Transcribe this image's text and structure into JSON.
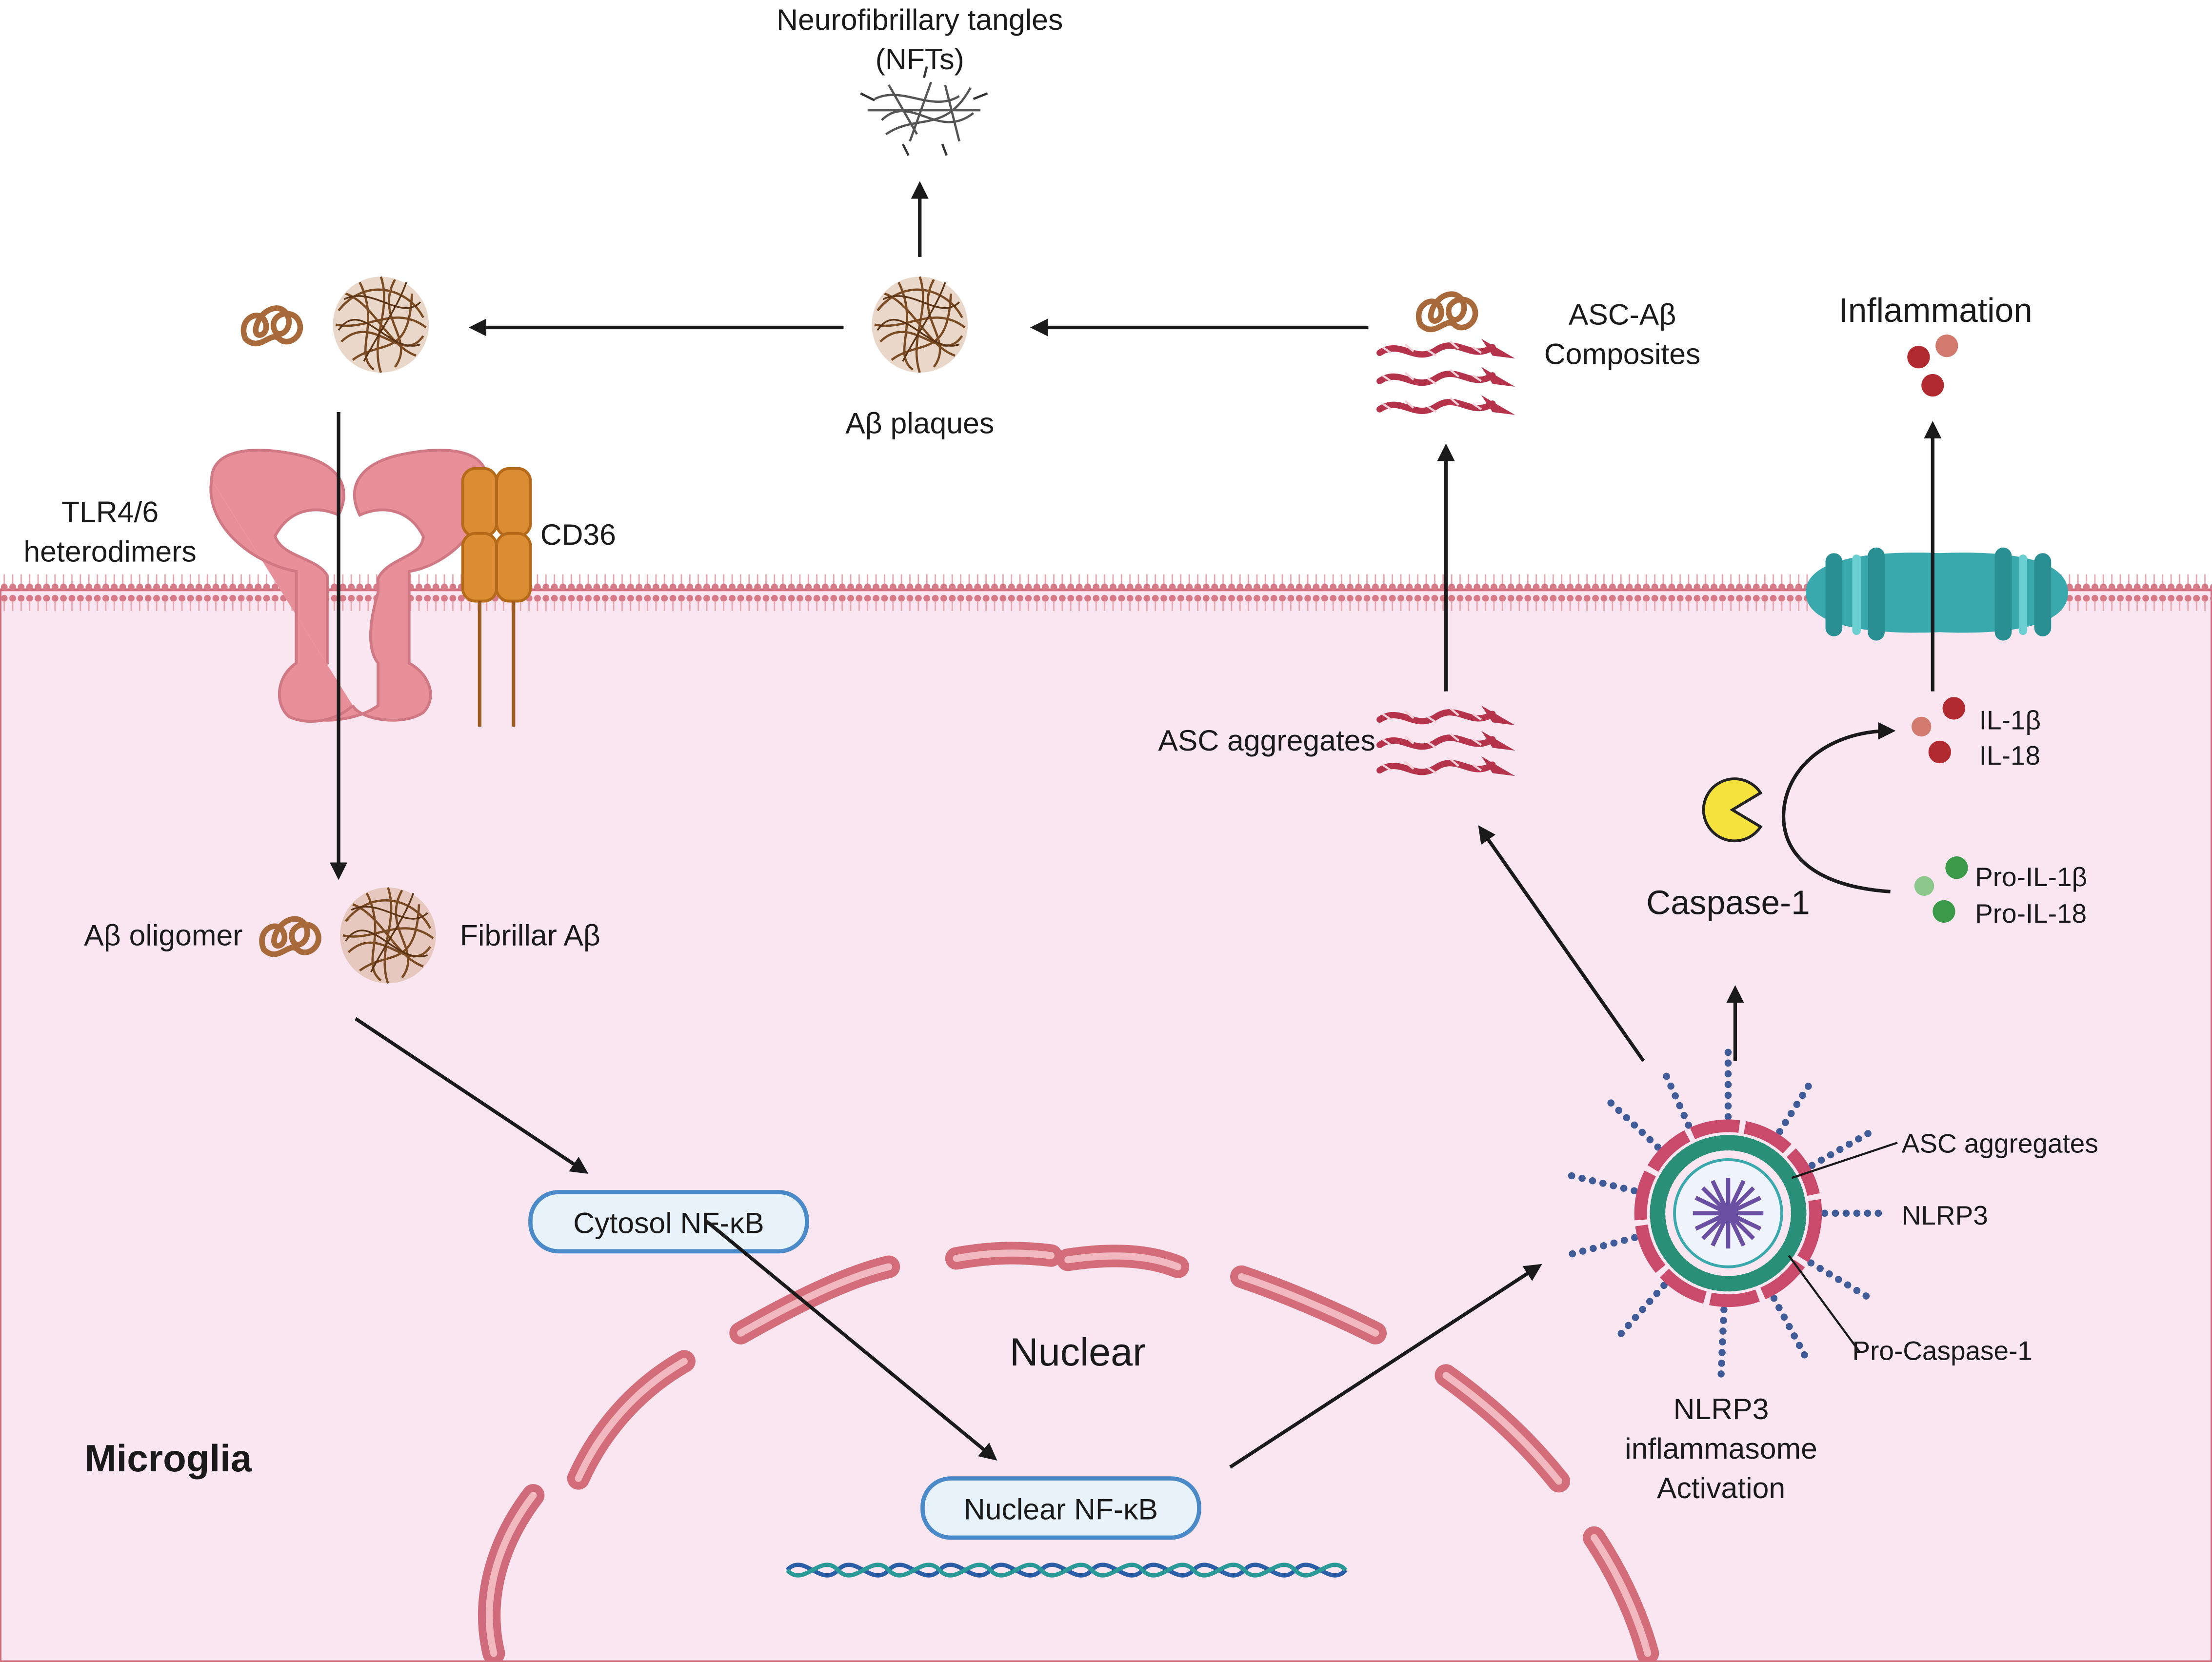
{
  "labels": {
    "nfts_line1": "Neurofibrillary tangles",
    "nfts_line2": "(NFTs)",
    "abeta_plaques": "Aβ plaques",
    "asc_abeta_line1": "ASC-Aβ",
    "asc_abeta_line2": "Composites",
    "inflammation": "Inflammation",
    "tlr_line1": "TLR4/6",
    "tlr_line2": "heterodimers",
    "cd36": "CD36",
    "asc_aggregates_upper": "ASC aggregates",
    "il1b": "IL-1β",
    "il18": "IL-18",
    "caspase1": "Caspase-1",
    "pro_il1b": "Pro-IL-1β",
    "pro_il18": "Pro-IL-18",
    "abeta_oligomer": "Aβ oligomer",
    "fibrillar_abeta": "Fibrillar Aβ",
    "asc_aggregates_inflammasome": "ASC aggregates",
    "nlrp3": "NLRP3",
    "pro_caspase1": "Pro-Caspase-1",
    "cytosol_nfkb": "Cytosol NF-κB",
    "nuclear": "Nuclear",
    "nlrp3_act_line1": "NLRP3",
    "nlrp3_act_line2": "inflammasome",
    "nlrp3_act_line3": "Activation",
    "microglia": "Microglia",
    "nuclear_nfkb": "Nuclear NF-κB"
  },
  "colors": {
    "cell_fill": "#fae6f0",
    "membrane": "#cf6b7a",
    "nucleus_envelope": "#d46d7a",
    "tlr": "#e8909a",
    "cd36": "#dc8c32",
    "channel": "#3aa9ad",
    "asc": "#b5344c",
    "abeta": "#a86a3a",
    "nfkb_border": "#4a8ac8",
    "nfkb_fill": "#e8f2fb",
    "caspase": "#f5e23c",
    "il_red": "#b02a30",
    "pro_green": "#3a9a4a",
    "inflammasome_beads": "#3f5c98",
    "inflammasome_core": "#6b4fa3"
  }
}
